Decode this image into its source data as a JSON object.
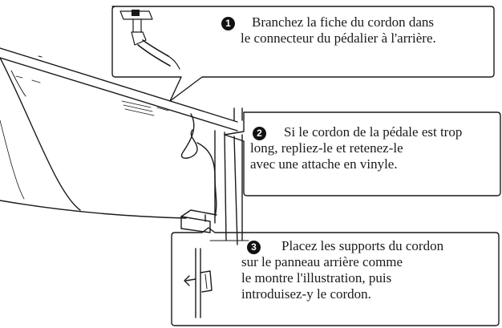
{
  "callouts": [
    {
      "number": "1",
      "lines": [
        "Branchez la fiche du cordon dans",
        "le connecteur du pédalier à l'arrière."
      ]
    },
    {
      "number": "2",
      "lines": [
        "Si le cordon de la pédale est trop",
        "long, repliez-le et retenez-le",
        "avec une attache en vinyle."
      ]
    },
    {
      "number": "3",
      "lines": [
        "Placez les supports du cordon",
        "sur le panneau arrière comme",
        "le montre l'illustration, puis",
        "introduisez-y le cordon."
      ]
    }
  ],
  "colors": {
    "ink": "#1a1a1a",
    "paper": "#ffffff",
    "badge": "#111111"
  },
  "icons": [
    "plug-connector-icon",
    "cord-holder-clip-icon"
  ]
}
